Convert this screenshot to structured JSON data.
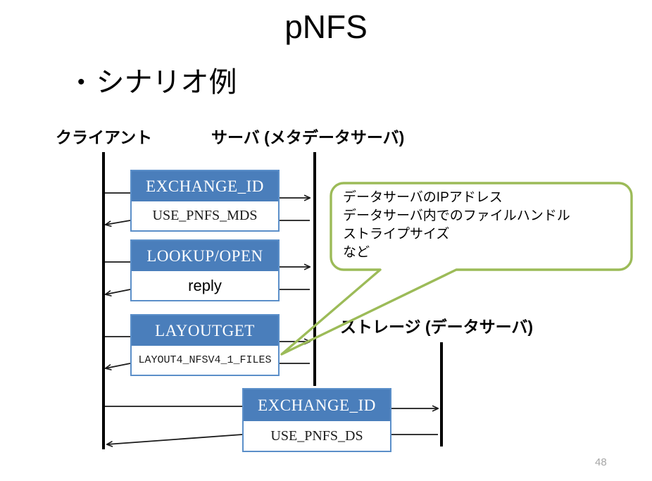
{
  "slide": {
    "title": "pNFS",
    "page_number": "48",
    "bullet": {
      "marker": "•",
      "text": "シナリオ例"
    }
  },
  "colors": {
    "box_header_blue": "#4a7ebb",
    "box_border_blue": "#5b8fc9",
    "callout_green": "#9cbb58",
    "lifeline_black": "#000000",
    "page_number_gray": "#a6a6a6",
    "background": "#ffffff"
  },
  "actors": [
    {
      "id": "client",
      "label": "クライアント"
    },
    {
      "id": "server",
      "label": "サーバ (メタデータサーバ)"
    },
    {
      "id": "storage",
      "label": "ストレージ (データサーバ)"
    }
  ],
  "messages": [
    {
      "id": "exchange-id-mds",
      "request": "EXCHANGE_ID",
      "response": "USE_PNFS_MDS",
      "from": "client",
      "to": "server"
    },
    {
      "id": "lookup-open",
      "request": "LOOKUP/OPEN",
      "response": "reply",
      "from": "client",
      "to": "server"
    },
    {
      "id": "layoutget",
      "request": "LAYOUTGET",
      "response": "LAYOUT4_NFSV4_1_FILES",
      "from": "client",
      "to": "server"
    },
    {
      "id": "exchange-id-ds",
      "request": "EXCHANGE_ID",
      "response": "USE_PNFS_DS",
      "from": "client",
      "to": "storage"
    }
  ],
  "callout": {
    "text": "データサーバのIPアドレス\nデータサーバ内でのファイルハンドル\nストライプサイズ\nなど",
    "points_to": "layoutget-response"
  }
}
